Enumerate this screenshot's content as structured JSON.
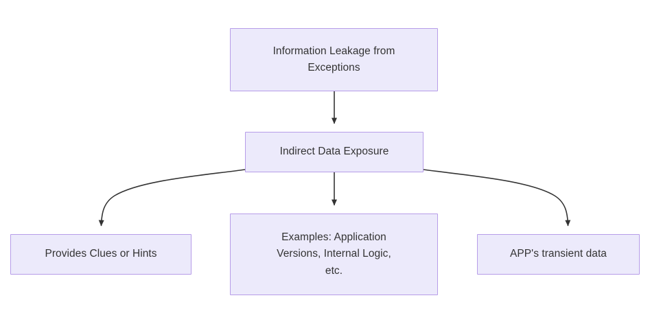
{
  "diagram": {
    "type": "flowchart",
    "direction": "top-down",
    "title": "Information Leakage from Exceptions",
    "colors": {
      "node_fill": "#ECEAFB",
      "node_border": "#B69CE8",
      "node_text": "#333333",
      "edge_stroke": "#333333",
      "background": "#FFFFFF"
    },
    "nodes": [
      {
        "id": "root",
        "label": "Information Leakage from Exceptions",
        "lines": "Information Leakage from\nExceptions"
      },
      {
        "id": "indirect",
        "label": "Indirect Data Exposure",
        "lines": "Indirect Data Exposure"
      },
      {
        "id": "clues",
        "label": "Provides Clues or Hints",
        "lines": "Provides Clues or Hints"
      },
      {
        "id": "examples",
        "label": "Examples: Application Versions, Internal Logic, etc.",
        "lines": "Examples: Application\nVersions, Internal Logic,\netc."
      },
      {
        "id": "transient",
        "label": "APP's transient data",
        "lines": "APP's transient data"
      }
    ],
    "edges": [
      {
        "id": "root-indirect",
        "from": "root",
        "to": "indirect",
        "shape": "straight-vertical",
        "arrow": "triangle"
      },
      {
        "id": "indirect-clues",
        "from": "indirect",
        "to": "clues",
        "shape": "curved-left",
        "arrow": "triangle"
      },
      {
        "id": "indirect-examples",
        "from": "indirect",
        "to": "examples",
        "shape": "straight-vertical",
        "arrow": "triangle"
      },
      {
        "id": "indirect-transient",
        "from": "indirect",
        "to": "transient",
        "shape": "curved-right",
        "arrow": "triangle"
      }
    ]
  }
}
